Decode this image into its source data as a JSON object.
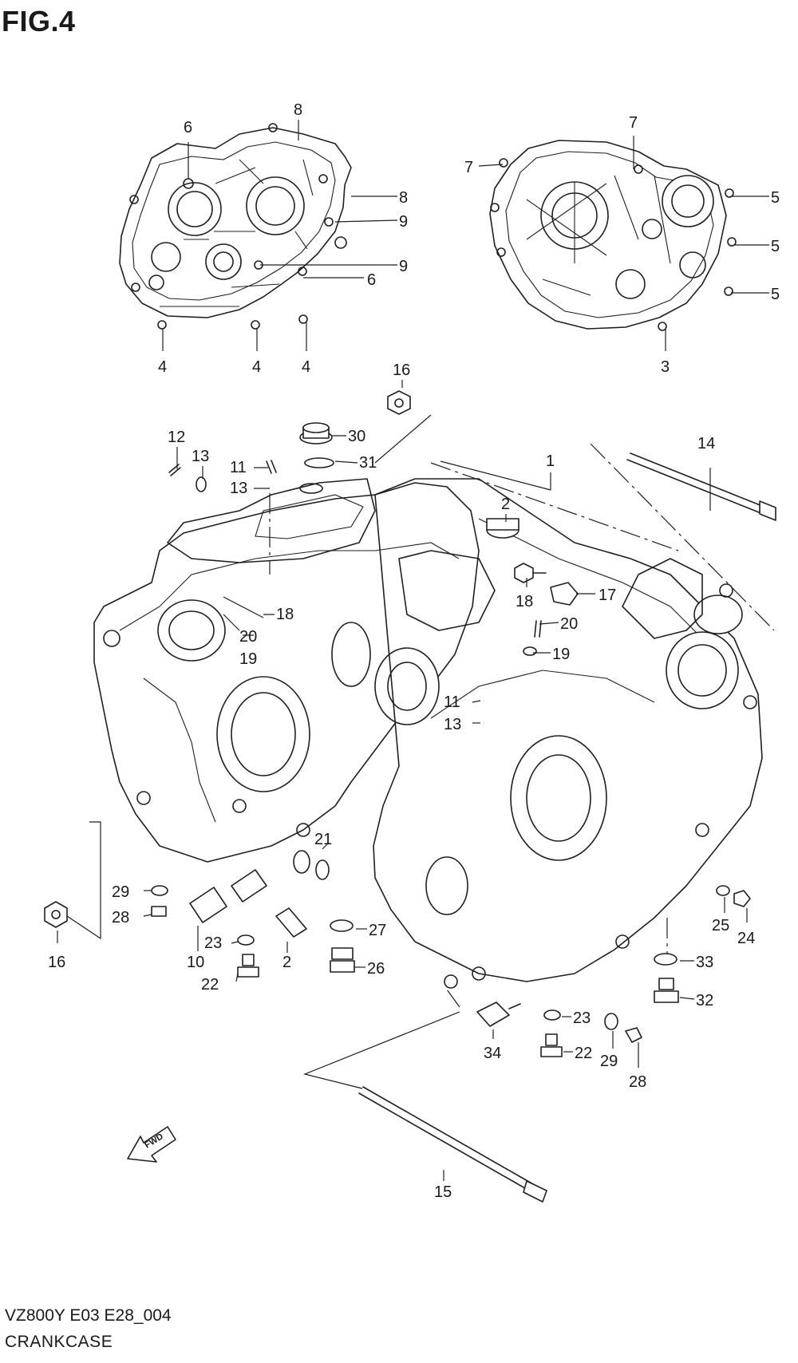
{
  "header": {
    "figure_label": "FIG.4"
  },
  "footer": {
    "code": "VZ800Y E03 E28_004",
    "name": "CRANKCASE"
  },
  "fwd_label": "FWD",
  "callouts": [
    {
      "id": "c8a",
      "label": "8"
    },
    {
      "id": "c6a",
      "label": "6"
    },
    {
      "id": "c8b",
      "label": "8"
    },
    {
      "id": "c9a",
      "label": "9"
    },
    {
      "id": "c9b",
      "label": "9"
    },
    {
      "id": "c6b",
      "label": "6"
    },
    {
      "id": "c4a",
      "label": "4"
    },
    {
      "id": "c4b",
      "label": "4"
    },
    {
      "id": "c4c",
      "label": "4"
    },
    {
      "id": "c7a",
      "label": "7"
    },
    {
      "id": "c7b",
      "label": "7"
    },
    {
      "id": "c5a",
      "label": "5"
    },
    {
      "id": "c5b",
      "label": "5"
    },
    {
      "id": "c5c",
      "label": "5"
    },
    {
      "id": "c3",
      "label": "3"
    },
    {
      "id": "c16a",
      "label": "16"
    },
    {
      "id": "c12",
      "label": "12"
    },
    {
      "id": "c13a",
      "label": "13"
    },
    {
      "id": "c30",
      "label": "30"
    },
    {
      "id": "c31",
      "label": "31"
    },
    {
      "id": "c11a",
      "label": "11"
    },
    {
      "id": "c13b",
      "label": "13"
    },
    {
      "id": "c1",
      "label": "1"
    },
    {
      "id": "c14",
      "label": "14"
    },
    {
      "id": "c2a",
      "label": "2"
    },
    {
      "id": "c17",
      "label": "17"
    },
    {
      "id": "c18a",
      "label": "18"
    },
    {
      "id": "c18b",
      "label": "18"
    },
    {
      "id": "c20a",
      "label": "20"
    },
    {
      "id": "c20b",
      "label": "20"
    },
    {
      "id": "c19a",
      "label": "19"
    },
    {
      "id": "c19b",
      "label": "19"
    },
    {
      "id": "c11b",
      "label": "11"
    },
    {
      "id": "c13c",
      "label": "13"
    },
    {
      "id": "c21",
      "label": "21"
    },
    {
      "id": "c29a",
      "label": "29"
    },
    {
      "id": "c28a",
      "label": "28"
    },
    {
      "id": "c16b",
      "label": "16"
    },
    {
      "id": "c10",
      "label": "10"
    },
    {
      "id": "c23a",
      "label": "23"
    },
    {
      "id": "c2b",
      "label": "2"
    },
    {
      "id": "c22a",
      "label": "22"
    },
    {
      "id": "c27",
      "label": "27"
    },
    {
      "id": "c26",
      "label": "26"
    },
    {
      "id": "c25",
      "label": "25"
    },
    {
      "id": "c24",
      "label": "24"
    },
    {
      "id": "c33",
      "label": "33"
    },
    {
      "id": "c32",
      "label": "32"
    },
    {
      "id": "c23b",
      "label": "23"
    },
    {
      "id": "c22b",
      "label": "22"
    },
    {
      "id": "c34",
      "label": "34"
    },
    {
      "id": "c29b",
      "label": "29"
    },
    {
      "id": "c28b",
      "label": "28"
    },
    {
      "id": "c15",
      "label": "15"
    }
  ]
}
